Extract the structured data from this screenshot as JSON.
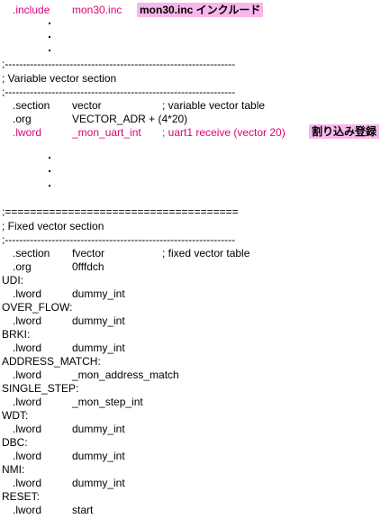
{
  "include": {
    "directive": ".include",
    "file": "mon30.inc",
    "note": "mon30.inc インクルード"
  },
  "rules": {
    "dash": ";----------------------------------------------------------------",
    "equals": ";====================================="
  },
  "variable_section": {
    "comment": "; Variable vector section",
    "line1": {
      "op": ".section",
      "arg": "vector",
      "comment": "; variable vector table"
    },
    "line2": {
      "op": ".org",
      "arg": "VECTOR_ADR + (4*20)"
    },
    "line3": {
      "op": ".lword",
      "arg": "_mon_uart_int",
      "comment": "; uart1 receive (vector 20)",
      "note": "割り込み登録"
    }
  },
  "fixed_section": {
    "comment": "; Fixed vector section",
    "line1": {
      "op": ".section",
      "arg": "fvector",
      "comment": "; fixed vector table"
    },
    "line2": {
      "op": ".org",
      "arg": "0fffdch"
    },
    "vectors": [
      {
        "label": "UDI:",
        "op": ".lword",
        "arg": "dummy_int"
      },
      {
        "label": "OVER_FLOW:",
        "op": ".lword",
        "arg": "dummy_int"
      },
      {
        "label": "BRKI:",
        "op": ".lword",
        "arg": "dummy_int"
      },
      {
        "label": "ADDRESS_MATCH:",
        "op": ".lword",
        "arg": "_mon_address_match"
      },
      {
        "label": "SINGLE_STEP:",
        "op": ".lword",
        "arg": "_mon_step_int"
      },
      {
        "label": "WDT:",
        "op": ".lword",
        "arg": "dummy_int"
      },
      {
        "label": "DBC:",
        "op": ".lword",
        "arg": "dummy_int"
      },
      {
        "label": "NMI:",
        "op": ".lword",
        "arg": "dummy_int"
      },
      {
        "label": "RESET:",
        "op": ".lword",
        "arg": "start"
      }
    ]
  },
  "colors": {
    "accent": "#e0007a",
    "highlight": "#f8b6ea"
  }
}
